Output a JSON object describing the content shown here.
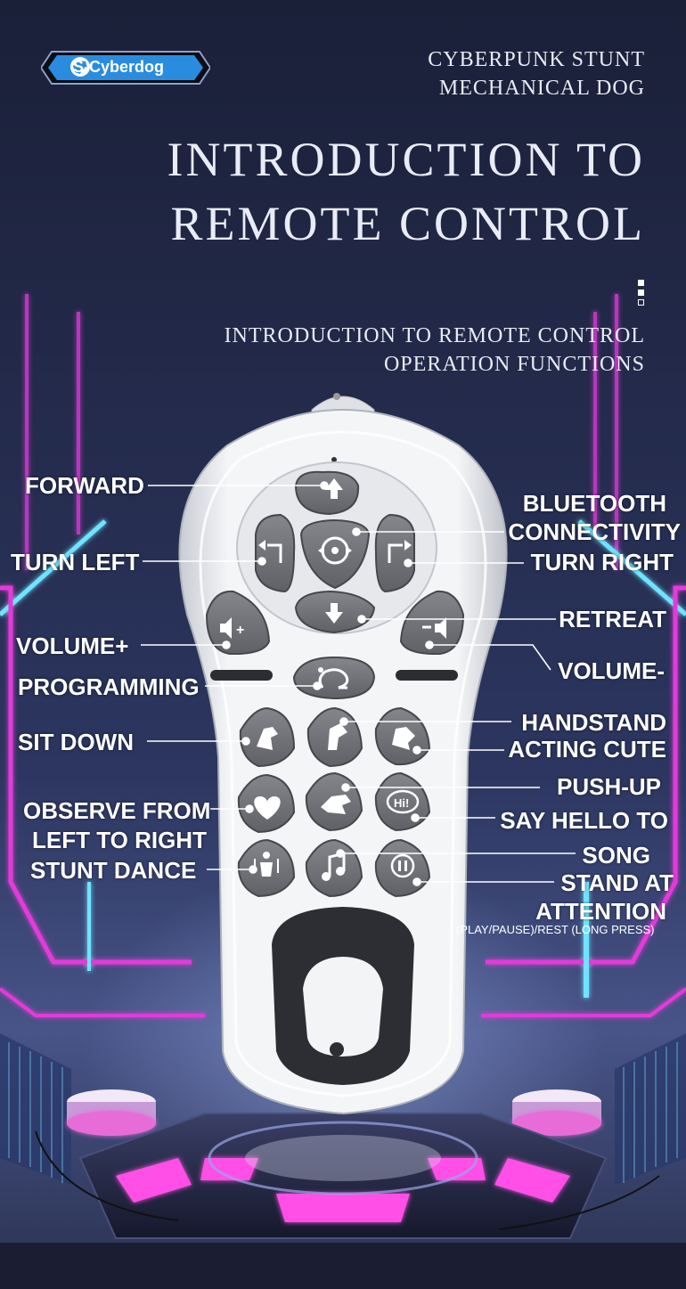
{
  "brand": {
    "name": "S-Cyberdog",
    "logo_icon": "dog-logo-icon",
    "badge_color": "#2a8cdf"
  },
  "header": {
    "tagline_line1": "CYBERPUNK STUNT",
    "tagline_line2": "MECHANICAL DOG",
    "title_line1": "INTRODUCTION TO",
    "title_line2": "REMOTE CONTROL",
    "subtitle_line1": "INTRODUCTION TO REMOTE CONTROL",
    "subtitle_line2": "OPERATION FUNCTIONS"
  },
  "labels": {
    "forward": "FORWARD",
    "bluetooth_line1": "BLUETOOTH",
    "bluetooth_line2": "CONNECTIVITY",
    "turn_left": "TURN LEFT",
    "turn_right": "TURN RIGHT",
    "retreat": "RETREAT",
    "volume_up": "VOLUME+",
    "volume_down": "VOLUME-",
    "programming": "PROGRAMMING",
    "handstand": "HANDSTAND",
    "acting_cute": "ACTING CUTE",
    "sit_down": "SIT DOWN",
    "push_up": "PUSH-UP",
    "observe_line1": "OBSERVE FROM",
    "observe_line2": "LEFT TO RIGHT",
    "say_hello": "SAY HELLO TO",
    "stunt_dance": "STUNT DANCE",
    "song": "SONG",
    "stand_line1": "STAND AT",
    "stand_line2": "ATTENTION",
    "stand_note": "(PLAY/PAUSE)/REST (LONG PRESS)"
  },
  "remote": {
    "buttons": [
      {
        "name": "forward-button",
        "icon": "arrow-up-icon"
      },
      {
        "name": "bluetooth-button",
        "icon": "bluetooth-icon"
      },
      {
        "name": "turn-left-button",
        "icon": "turn-left-icon"
      },
      {
        "name": "turn-right-button",
        "icon": "turn-right-icon"
      },
      {
        "name": "retreat-button",
        "icon": "arrow-down-icon"
      },
      {
        "name": "volume-up-button",
        "icon": "volume-up-icon"
      },
      {
        "name": "volume-down-button",
        "icon": "volume-down-icon"
      },
      {
        "name": "programming-button",
        "icon": "programming-icon"
      },
      {
        "name": "sit-down-button",
        "icon": "dog-sit-icon"
      },
      {
        "name": "handstand-button",
        "icon": "dog-handstand-icon"
      },
      {
        "name": "acting-cute-button",
        "icon": "dog-cute-icon"
      },
      {
        "name": "observe-button",
        "icon": "heart-icon"
      },
      {
        "name": "push-up-button",
        "icon": "dog-pushup-icon"
      },
      {
        "name": "say-hello-button",
        "icon": "hi-bubble-icon",
        "icon_text": "Hi!"
      },
      {
        "name": "stunt-dance-button",
        "icon": "dance-icon"
      },
      {
        "name": "song-button",
        "icon": "music-note-icon"
      },
      {
        "name": "stand-attention-button",
        "icon": "pause-icon"
      }
    ]
  },
  "colors": {
    "neon_pink": "#e23bd8",
    "neon_cyan": "#6fe3ff",
    "button_gray": "#6f7176",
    "remote_white": "#eef0f3"
  }
}
